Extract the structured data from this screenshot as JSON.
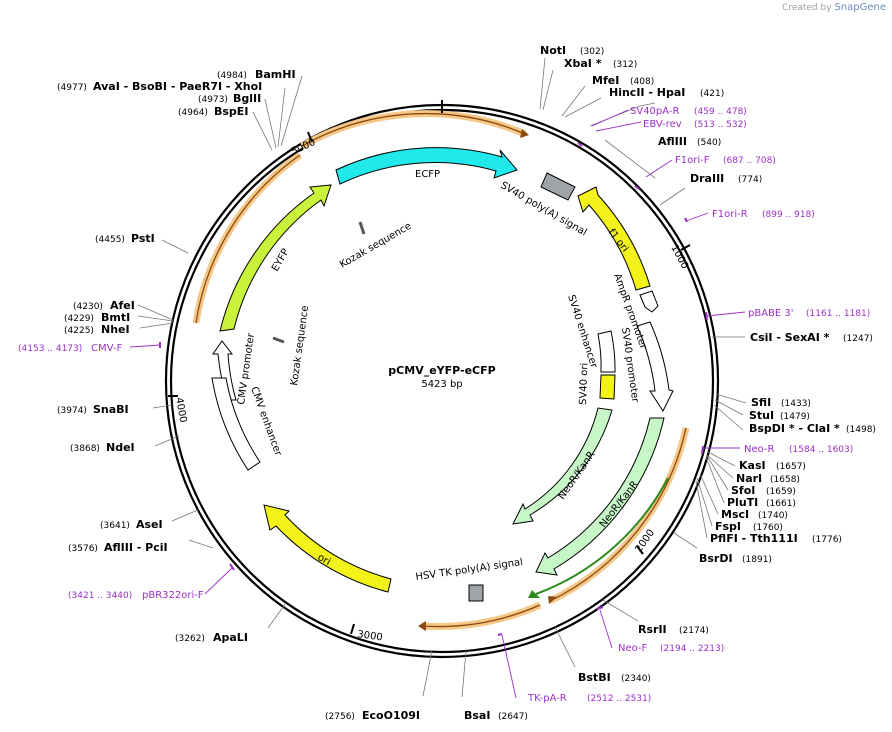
{
  "credit": {
    "prefix": "Created by",
    "brand": "SnapGene"
  },
  "plasmid": {
    "name": "pCMV_eYFP-eCFP",
    "size_label": "5423 bp",
    "length": 5423
  },
  "colors": {
    "primer": "#9b30c8",
    "ecfp": "#21e8ea",
    "eyfp": "#c9f23a",
    "yellow": "#f3f21a",
    "neo": "#c7f6c7",
    "grey": "#a0a4a8",
    "orange": "#f5c888"
  },
  "ticks": [
    {
      "bp": 1000,
      "label": "1000"
    },
    {
      "bp": 2000,
      "label": "2000"
    },
    {
      "bp": 3000,
      "label": "3000"
    },
    {
      "bp": 4000,
      "label": "4000"
    },
    {
      "bp": 5000,
      "label": "5000"
    }
  ],
  "enzymes": [
    {
      "name": "NotI",
      "pos": "(302)"
    },
    {
      "name": "XbaI *",
      "pos": "(312)"
    },
    {
      "name": "MfeI",
      "pos": "(408)"
    },
    {
      "name": "HincII - HpaI",
      "pos": "(421)"
    },
    {
      "name": "AflIII",
      "pos": "(540)"
    },
    {
      "name": "DraIII",
      "pos": "(774)"
    },
    {
      "name": "CsiI - SexAI *",
      "pos": "(1247)"
    },
    {
      "name": "SfiI",
      "pos": "(1433)"
    },
    {
      "name": "StuI",
      "pos": "(1479)"
    },
    {
      "name": "BspDI * - ClaI *",
      "pos": "(1498)"
    },
    {
      "name": "KasI",
      "pos": "(1657)"
    },
    {
      "name": "NarI",
      "pos": "(1658)"
    },
    {
      "name": "SfoI",
      "pos": "(1659)"
    },
    {
      "name": "PluTI",
      "pos": "(1661)"
    },
    {
      "name": "MscI",
      "pos": "(1740)"
    },
    {
      "name": "FspI",
      "pos": "(1760)"
    },
    {
      "name": "PflFI - Tth111I",
      "pos": "(1776)"
    },
    {
      "name": "BsrDI",
      "pos": "(1891)"
    },
    {
      "name": "RsrII",
      "pos": "(2174)"
    },
    {
      "name": "BstBI",
      "pos": "(2340)"
    },
    {
      "name": "BsaI",
      "pos": "(2647)"
    },
    {
      "name": "EcoO109I",
      "pos": "(2756)"
    },
    {
      "name": "ApaLI",
      "pos": "(3262)"
    },
    {
      "name": "AflIII - PciI",
      "pos": "(3576)"
    },
    {
      "name": "AseI",
      "pos": "(3641)"
    },
    {
      "name": "NdeI",
      "pos": "(3868)"
    },
    {
      "name": "SnaBI",
      "pos": "(3974)"
    },
    {
      "name": "NheI",
      "pos": "(4225)"
    },
    {
      "name": "BmtI",
      "pos": "(4229)"
    },
    {
      "name": "AfeI",
      "pos": "(4230)"
    },
    {
      "name": "PstI",
      "pos": "(4455)"
    },
    {
      "name": "BspEI",
      "pos": "(4964)"
    },
    {
      "name": "BglII",
      "pos": "(4973)"
    },
    {
      "name": "AvaI - BsoBI - PaeR7I - XhoI",
      "pos": "(4977)"
    },
    {
      "name": "BamHI",
      "pos": "(4984)"
    }
  ],
  "primers": [
    {
      "name": "SV40pA-R",
      "pos": "(459 .. 478)"
    },
    {
      "name": "EBV-rev",
      "pos": "(513 .. 532)"
    },
    {
      "name": "F1ori-F",
      "pos": "(687 .. 708)"
    },
    {
      "name": "F1ori-R",
      "pos": "(899 .. 918)"
    },
    {
      "name": "pBABE 3'",
      "pos": "(1161 .. 1181)"
    },
    {
      "name": "Neo-R",
      "pos": "(1584 .. 1603)"
    },
    {
      "name": "Neo-F",
      "pos": "(2194 .. 2213)"
    },
    {
      "name": "TK-pA-R",
      "pos": "(2512 .. 2531)"
    },
    {
      "name": "pBR322ori-F",
      "pos": "(3421 .. 3440)"
    },
    {
      "name": "CMV-F",
      "pos": "(4153 .. 4173)"
    }
  ],
  "features": [
    {
      "name": "ECFP",
      "label": "ECFP"
    },
    {
      "name": "EYFP",
      "label": "EYFP"
    },
    {
      "name": "SV40 poly(A) signal",
      "label": "SV40 poly(A) signal"
    },
    {
      "name": "f1 ori",
      "label": "f1 ori"
    },
    {
      "name": "AmpR promoter",
      "label": "AmpR promoter"
    },
    {
      "name": "SV40 promoter",
      "label": "SV40 promoter"
    },
    {
      "name": "SV40 enhancer",
      "label": "SV40 enhancer"
    },
    {
      "name": "SV40 ori",
      "label": "SV40 ori"
    },
    {
      "name": "NeoR/KanR inner",
      "label": "NeoR/KanR"
    },
    {
      "name": "NeoR/KanR outer",
      "label": "NeoR/KanR"
    },
    {
      "name": "HSV TK poly(A) signal",
      "label": "HSV TK poly(A) signal"
    },
    {
      "name": "ori",
      "label": "ori"
    },
    {
      "name": "CMV promoter",
      "label": "CMV promoter"
    },
    {
      "name": "CMV enhancer",
      "label": "CMV enhancer"
    },
    {
      "name": "Kozak sequence 1",
      "label": "Kozak sequence"
    },
    {
      "name": "Kozak sequence 2",
      "label": "Kozak sequence"
    }
  ]
}
